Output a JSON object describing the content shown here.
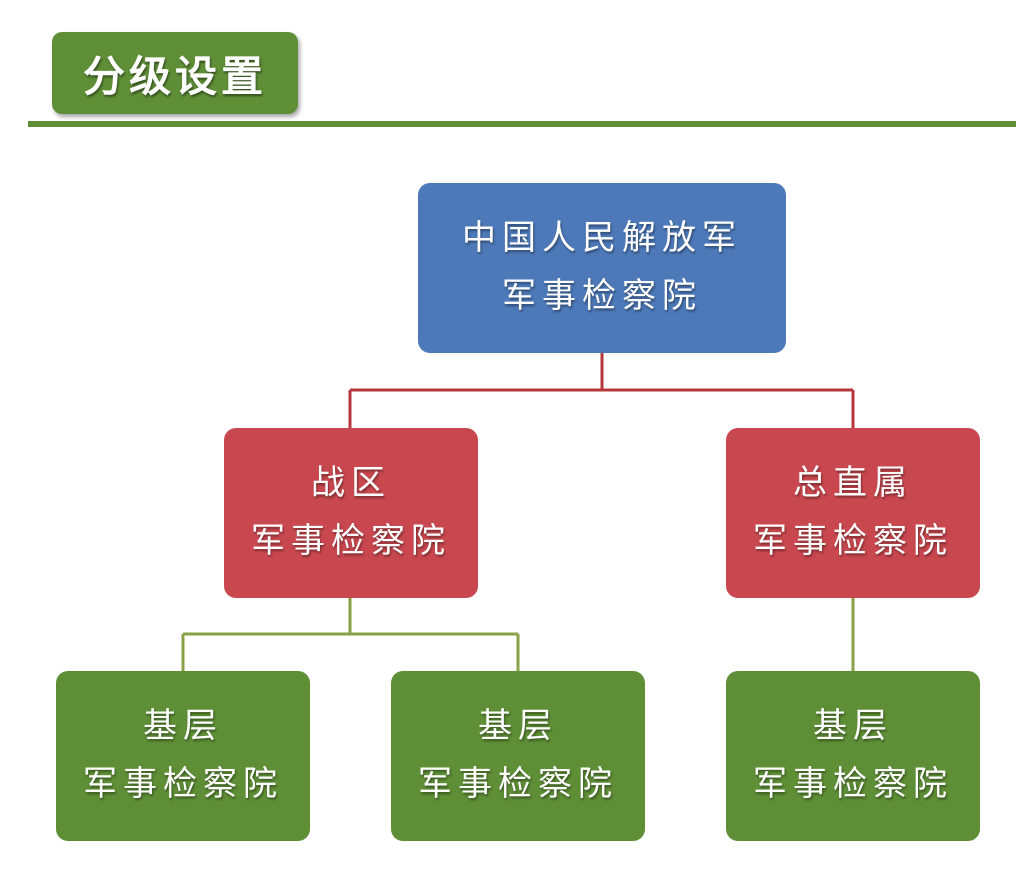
{
  "header": {
    "title": "分级设置"
  },
  "colors": {
    "green": "#5e8e36",
    "blue": "#4d79b9",
    "red": "#c9484f",
    "connector_red": "#b5373c",
    "connector_green": "#8aa046"
  },
  "org_chart": {
    "root": {
      "line1": "中国人民解放军",
      "line2": "军事检察院"
    },
    "level2": [
      {
        "line1": "战区",
        "line2": "军事检察院"
      },
      {
        "line1": "总直属",
        "line2": "军事检察院"
      }
    ],
    "level3": [
      {
        "line1": "基层",
        "line2": "军事检察院"
      },
      {
        "line1": "基层",
        "line2": "军事检察院"
      },
      {
        "line1": "基层",
        "line2": "军事检察院"
      }
    ]
  }
}
